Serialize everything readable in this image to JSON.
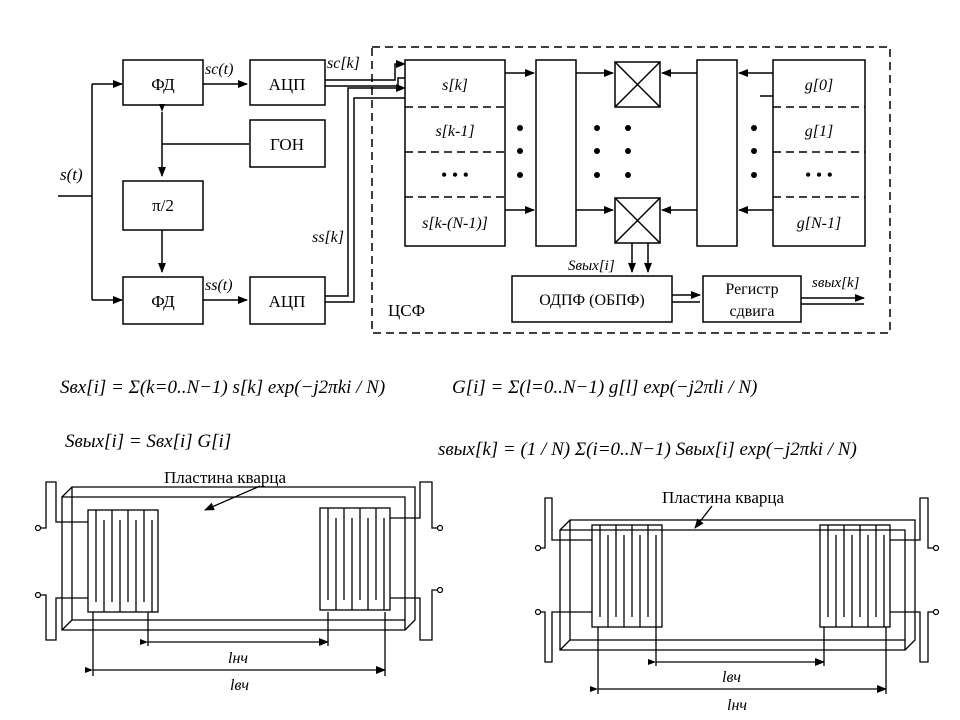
{
  "block_diagram": {
    "input_signal": "s(t)",
    "blocks": {
      "pd_top": "ФД",
      "pd_bottom": "ФД",
      "adc_top": "АЦП",
      "adc_bottom": "АЦП",
      "gon": "ГОН",
      "phase_shift": "π/2",
      "idft": "ОДПФ (ОБПФ)",
      "shift_register_line1": "Регистр",
      "shift_register_line2": "сдвига"
    },
    "signals": {
      "sc_t": "sc(t)",
      "ss_t": "ss(t)",
      "sc_k": "sc[k]",
      "ss_k": "ss[k]",
      "s_out_i": "Sвых[i]",
      "s_out_k": "sвых[k]"
    },
    "csf_label": "ЦСФ",
    "input_register": [
      "s[k]",
      "s[k-1]",
      "• • •",
      "s[k-(N-1)]"
    ],
    "reference_register": [
      "g[0]",
      "g[1]",
      "• • •",
      "g[N-1]"
    ]
  },
  "formulas": {
    "f1": "Sвх[i] = Σ(k=0..N−1) s[k] exp(−j2πki / N)",
    "f2": "G[i] = Σ(l=0..N−1) g[l] exp(−j2πli / N)",
    "f3": "Sвых[i] = Sвх[i] G[i]",
    "f4": "sвых[k] = (1 / N) Σ(i=0..N−1) Sвых[i] exp(−j2πki / N)"
  },
  "saw_filters": {
    "left": {
      "title": "Пластина кварца",
      "dim_inner": "lнч",
      "dim_outer": "lвч"
    },
    "right": {
      "title": "Пластина кварца",
      "dim_inner": "lвч",
      "dim_outer": "lнч"
    }
  }
}
